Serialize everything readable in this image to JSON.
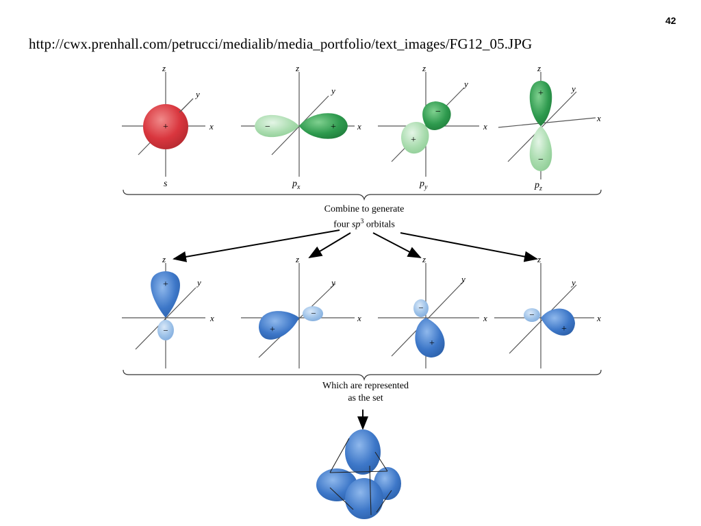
{
  "slide": {
    "page_number": "42",
    "url": "http://cwx.prenhall.com/petrucci/medialib/media_portfolio/text_images/FG12_05.JPG"
  },
  "figure": {
    "axis_labels": {
      "x": "x",
      "y": "y",
      "z": "z"
    },
    "signs": {
      "plus": "+",
      "minus": "−"
    },
    "orbital_labels": {
      "s": "s",
      "px": {
        "base": "p",
        "sub": "x"
      },
      "py": {
        "base": "p",
        "sub": "y"
      },
      "pz": {
        "base": "p",
        "sub": "z"
      }
    },
    "combine_caption": {
      "line1": "Combine to generate",
      "line2_pre": "four ",
      "line2_em": "sp",
      "line2_sup": "3",
      "line2_post": " orbitals"
    },
    "represent_caption": {
      "line1": "Which are represented",
      "line2": "as the set"
    },
    "colors": {
      "s_orbital": "#d9363e",
      "p_positive": "#2e9a4e",
      "p_negative": "#a9dcae",
      "sp3_positive": "#3d77c8",
      "sp3_negative": "#9cc1e8"
    }
  }
}
